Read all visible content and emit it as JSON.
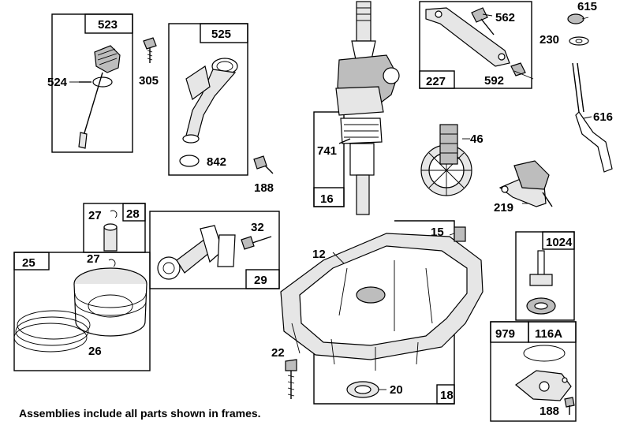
{
  "frame_numbers": {
    "f523": "523",
    "f525": "525",
    "f227": "227",
    "f16": "16",
    "f28": "28",
    "f29": "29",
    "f25": "25",
    "f18": "18",
    "f1024": "1024",
    "f979": "979",
    "f116a": "116A"
  },
  "part_labels": {
    "p524": "524",
    "p305": "305",
    "p842": "842",
    "p188a": "188",
    "p562": "562",
    "p592": "592",
    "p615": "615",
    "p230": "230",
    "p616": "616",
    "p741": "741",
    "p46": "46",
    "p219": "219",
    "p27a": "27",
    "p27b": "27",
    "p32": "32",
    "p26": "26",
    "p12": "12",
    "p15": "15",
    "p22": "22",
    "p20": "20",
    "p188b": "188"
  },
  "footnote": "Assemblies include all parts shown in frames."
}
